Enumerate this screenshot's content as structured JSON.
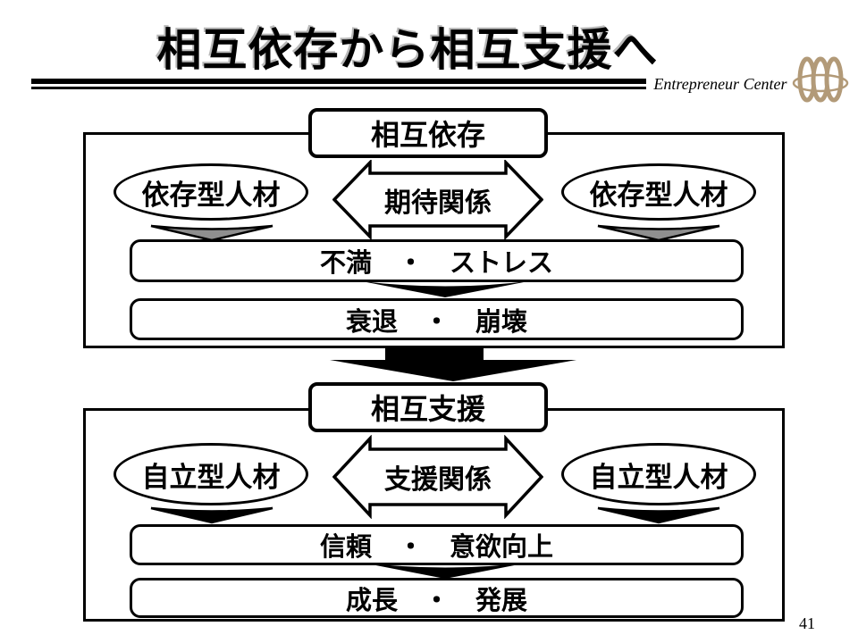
{
  "title": "相互依存から相互支援へ",
  "brand": "Entrepreneur Center",
  "page_number": "41",
  "sections": {
    "dependence": {
      "header": "相互依存",
      "left_person": "依存型人材",
      "right_person": "依存型人材",
      "relation": "期待関係",
      "outcome1": "不満　・　ストレス",
      "outcome2": "衰退　・　崩壊"
    },
    "support": {
      "header": "相互支援",
      "left_person": "自立型人材",
      "right_person": "自立型人材",
      "relation": "支援関係",
      "outcome1": "信頼　・　意欲向上",
      "outcome2": "成長　・　発展"
    }
  },
  "colors": {
    "ink": "#000000",
    "triangle_gray": "#8f8f8f",
    "logo_tan": "#b29a78"
  }
}
